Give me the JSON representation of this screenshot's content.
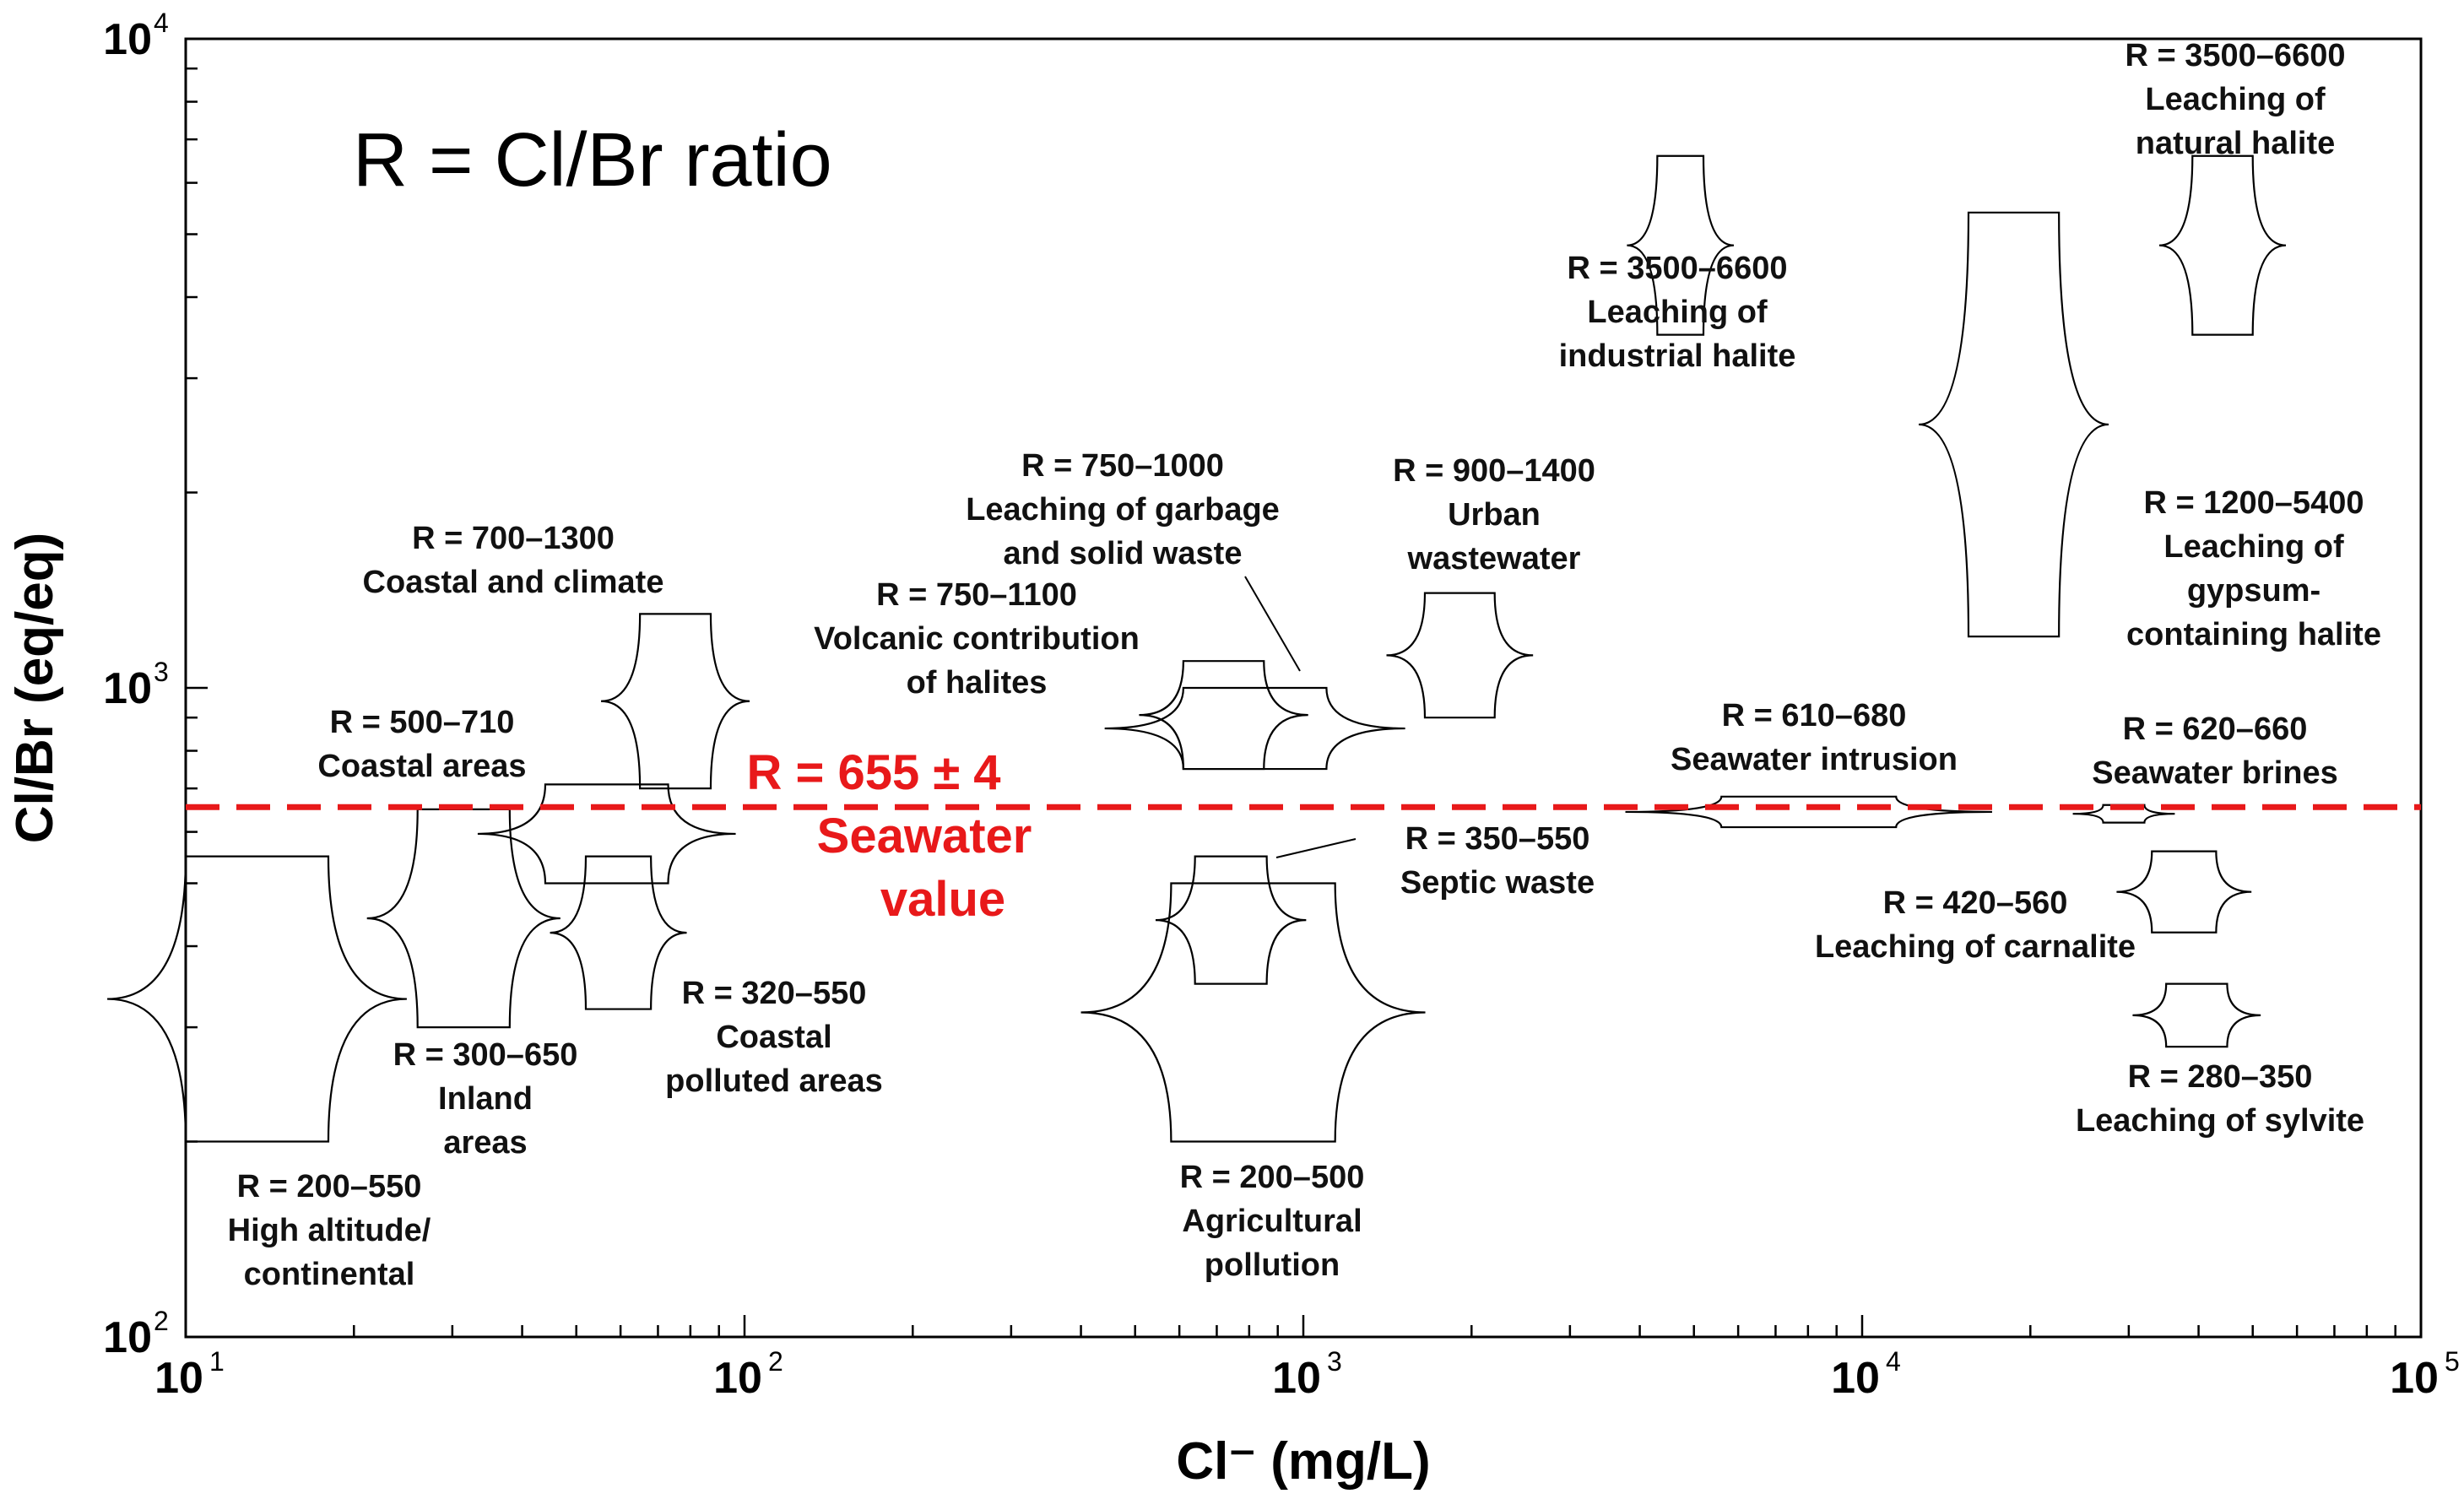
{
  "chart_data": {
    "type": "scatter",
    "title": "R = Cl/Br ratio",
    "xlabel": "Cl⁻ (mg/L)",
    "ylabel": "Cl/Br (eq/eq)",
    "x_scale": "log",
    "y_scale": "log",
    "xlim": [
      10,
      100000
    ],
    "ylim": [
      100,
      10000
    ],
    "grid": false,
    "x_ticks": [
      {
        "base": "10",
        "exp": "1"
      },
      {
        "base": "10",
        "exp": "2"
      },
      {
        "base": "10",
        "exp": "3"
      },
      {
        "base": "10",
        "exp": "4"
      },
      {
        "base": "10",
        "exp": "5"
      }
    ],
    "y_ticks": [
      {
        "base": "10",
        "exp": "2"
      },
      {
        "base": "10",
        "exp": "3"
      },
      {
        "base": "10",
        "exp": "4"
      }
    ],
    "seawater": {
      "value": 655,
      "label_line1": "R = 655 ± 4",
      "label_line2": "Seawater",
      "label_line3": "value",
      "color": "#e8191a"
    },
    "ranges": [
      {
        "id": "high-altitude",
        "x": [
          10,
          18
        ],
        "y": [
          200,
          550
        ],
        "label": [
          "R = 200–550",
          "High altitude/",
          "continental"
        ]
      },
      {
        "id": "inland",
        "x": [
          26,
          38
        ],
        "y": [
          300,
          650
        ],
        "label": [
          "R = 300–650",
          "Inland",
          "areas"
        ]
      },
      {
        "id": "coastal-areas",
        "x": [
          44,
          73
        ],
        "y": [
          500,
          710
        ],
        "label": [
          "R = 500–710",
          "Coastal areas"
        ]
      },
      {
        "id": "coastal-climate",
        "x": [
          65,
          87
        ],
        "y": [
          700,
          1300
        ],
        "label": [
          "R = 700–1300",
          "Coastal and climate"
        ]
      },
      {
        "id": "coastal-polluted",
        "x": [
          52,
          68
        ],
        "y": [
          320,
          550
        ],
        "label": [
          "R = 320–550",
          "Coastal",
          "polluted areas"
        ]
      },
      {
        "id": "volcanic",
        "x": [
          610,
          850
        ],
        "y": [
          750,
          1100
        ],
        "label": [
          "R = 750–1100",
          "Volcanic contribution",
          "of halites"
        ]
      },
      {
        "id": "garbage",
        "x": [
          610,
          1100
        ],
        "y": [
          750,
          1000
        ],
        "label": [
          "R = 750–1000",
          "Leaching of garbage",
          "and solid waste"
        ]
      },
      {
        "id": "septic",
        "x": [
          640,
          860
        ],
        "y": [
          350,
          550
        ],
        "label": [
          "R = 350–550",
          "Septic waste"
        ]
      },
      {
        "id": "agricultural",
        "x": [
          580,
          1140
        ],
        "y": [
          200,
          500
        ],
        "label": [
          "R = 200–500",
          "Agricultural",
          "pollution"
        ]
      },
      {
        "id": "urban",
        "x": [
          1650,
          2200
        ],
        "y": [
          900,
          1400
        ],
        "label": [
          "R = 900–1400",
          "Urban",
          "wastewater"
        ]
      },
      {
        "id": "industrial-halite",
        "x": [
          4300,
          5200
        ],
        "y": [
          3500,
          6600
        ],
        "label": [
          "R = 3500–6600",
          "Leaching of",
          "industrial halite"
        ]
      },
      {
        "id": "gypsum-halite",
        "x": [
          15500,
          22500
        ],
        "y": [
          1200,
          5400
        ],
        "label": [
          "R = 1200–5400",
          "Leaching of",
          "gypsum-",
          "containing halite"
        ]
      },
      {
        "id": "natural-halite",
        "x": [
          39000,
          50000
        ],
        "y": [
          3500,
          6600
        ],
        "label": [
          "R = 3500–6600",
          "Leaching of",
          "natural halite"
        ]
      },
      {
        "id": "seawater-intrusion",
        "x": [
          5600,
          11500
        ],
        "y": [
          610,
          680
        ],
        "label": [
          "R = 610–680",
          "Seawater intrusion"
        ]
      },
      {
        "id": "seawater-brines",
        "x": [
          27000,
          32000
        ],
        "y": [
          620,
          660
        ],
        "label": [
          "R = 620–660",
          "Seawater brines"
        ]
      },
      {
        "id": "carnalite",
        "x": [
          33000,
          43000
        ],
        "y": [
          420,
          560
        ],
        "label": [
          "R = 420–560",
          "Leaching of carnalite"
        ]
      },
      {
        "id": "sylvite",
        "x": [
          35000,
          45000
        ],
        "y": [
          280,
          350
        ],
        "label": [
          "R = 280–350",
          "Leaching of sylvite"
        ]
      }
    ]
  }
}
